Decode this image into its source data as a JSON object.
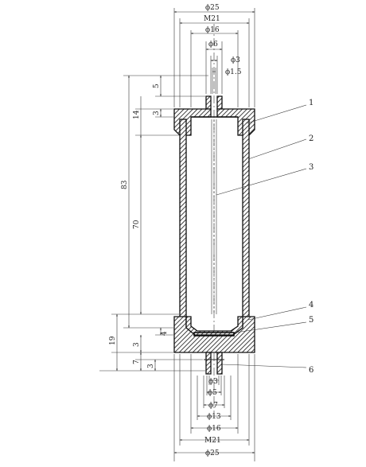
{
  "dimensions": {
    "top": {
      "phi25": "ϕ25",
      "m21": "M21",
      "phi16": "ϕ16",
      "phi6": "ϕ6",
      "phi3": "ϕ3",
      "phi1_5": "ϕ1.5"
    },
    "bottom": {
      "phi3": "ϕ3",
      "phi5": "ϕ5",
      "phi7": "ϕ7",
      "phi13": "ϕ13",
      "phi16": "ϕ16",
      "m21": "M21",
      "phi25": "ϕ25"
    },
    "vertical": {
      "d83": "83",
      "d70": "70",
      "d14": "14",
      "d5": "5",
      "d3_top": "3",
      "d19": "19",
      "d4": "4",
      "d3_mid": "3",
      "d7": "7",
      "d3_bot": "3"
    }
  },
  "callouts": [
    "1",
    "2",
    "3",
    "4",
    "5",
    "6"
  ]
}
